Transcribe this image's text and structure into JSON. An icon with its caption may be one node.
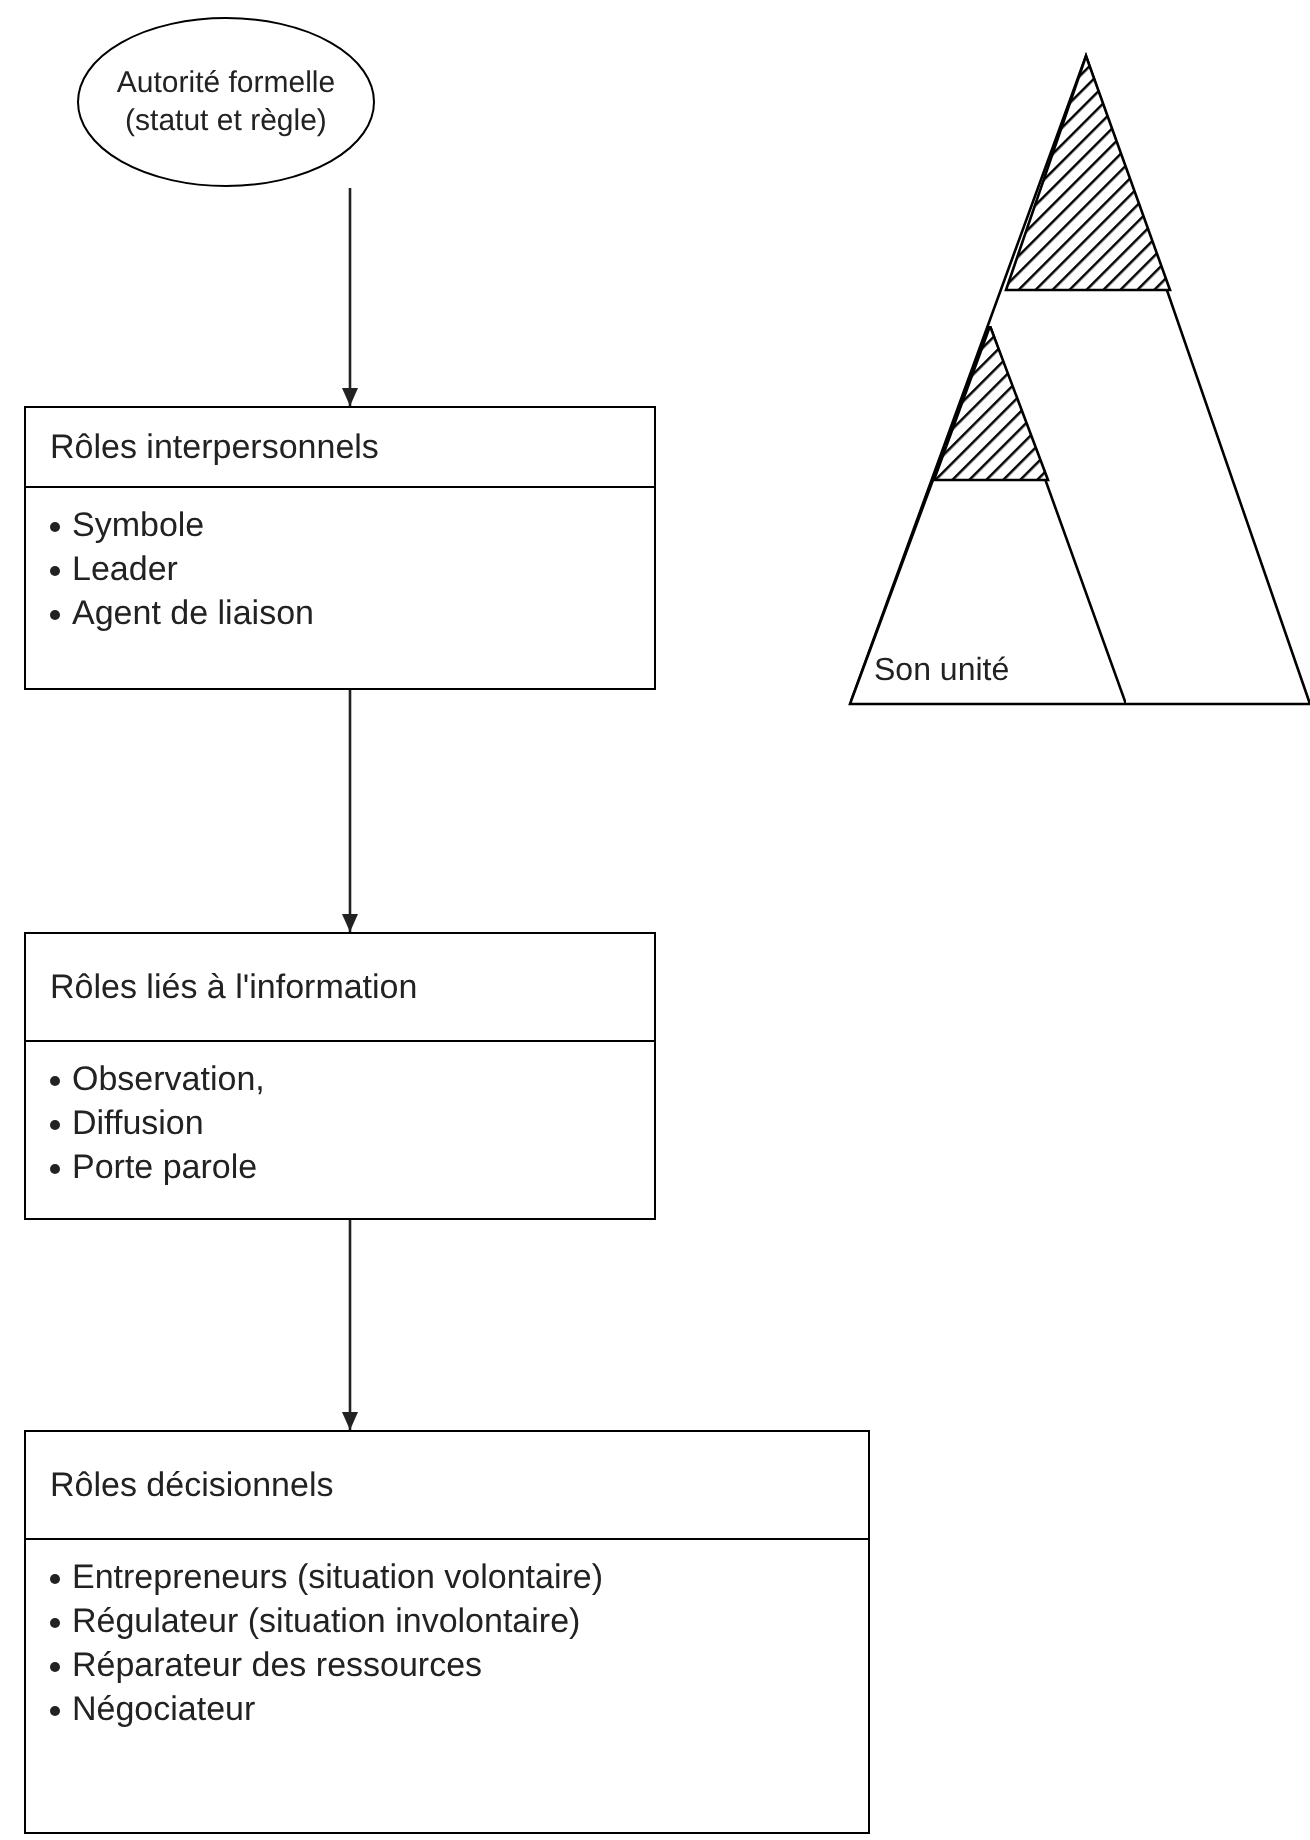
{
  "diagram": {
    "nodes": [
      {
        "text": [
          "Autorité formelle (statut et règle)"
        ]
      },
      {
        "text": [
          "Rôles interpersonnels",
          "Symbole",
          "Leader",
          "Agent de liaison"
        ]
      },
      {
        "text": [
          "Rôles liés à l'information",
          "Observation,",
          "Diffusion",
          "Porte parole"
        ]
      },
      {
        "text": [
          "Rôles décisionnels",
          "Entrepreneurs (situation volontaire)",
          "Régulateur (situation involontaire)",
          "Réparateur des ressources",
          "Négociateur"
        ]
      },
      {
        "text": [
          "Son unité"
        ]
      }
    ],
    "edges": [
      {
        "from": 0,
        "to": 1,
        "arrow": "to"
      },
      {
        "from": 1,
        "to": 2,
        "arrow": "to"
      },
      {
        "from": 2,
        "to": 3,
        "arrow": "to"
      }
    ]
  }
}
